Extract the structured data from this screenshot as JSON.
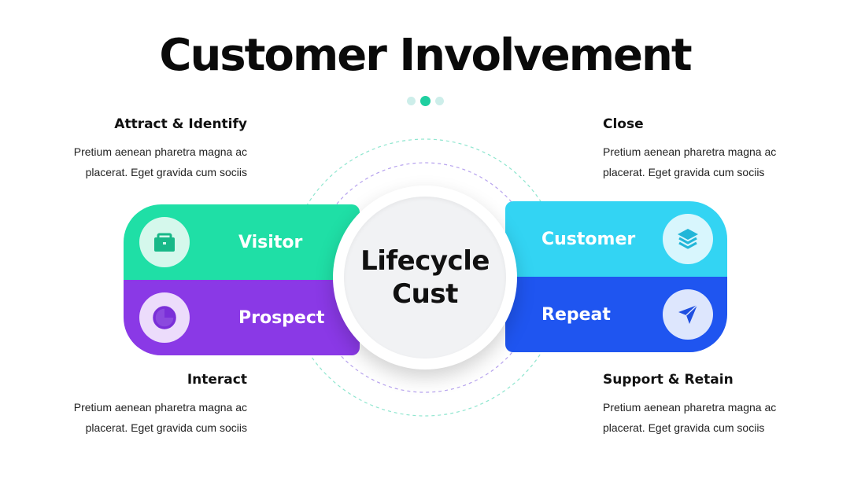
{
  "title": "Customer Involvement",
  "center": {
    "line1": "Lifecycle",
    "line2": "Cust"
  },
  "stages": {
    "visitor": {
      "label": "Visitor",
      "icon": "briefcase-icon",
      "color": "#1fdfa6"
    },
    "prospect": {
      "label": "Prospect",
      "icon": "pie-chart-icon",
      "color": "#8a39e6"
    },
    "customer": {
      "label": "Customer",
      "icon": "layers-icon",
      "color": "#33d4f3"
    },
    "repeat": {
      "label": "Repeat",
      "icon": "send-icon",
      "color": "#1f55f0"
    }
  },
  "blocks": {
    "attract": {
      "heading": "Attract & Identify",
      "line1": "Pretium aenean pharetra magna ac",
      "line2": "placerat. Eget gravida cum sociis"
    },
    "interact": {
      "heading": "Interact",
      "line1": "Pretium aenean pharetra magna ac",
      "line2": "placerat. Eget gravida cum sociis"
    },
    "close": {
      "heading": "Close",
      "line1": "Pretium aenean pharetra magna ac",
      "line2": "placerat. Eget gravida cum sociis"
    },
    "support": {
      "heading": "Support & Retain",
      "line1": "Pretium aenean pharetra magna ac",
      "line2": "placerat. Eget gravida cum sociis"
    }
  }
}
